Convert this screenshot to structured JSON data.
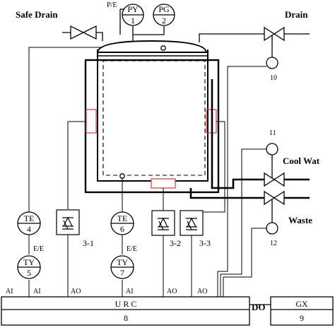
{
  "labels": {
    "safe_drain": "Safe Drain",
    "pe": "P/E",
    "drain": "Drain",
    "cool_water": "Cool Wat",
    "waste": "Waste",
    "ee_4": "E/E",
    "ee_6": "E/E",
    "do": "DO"
  },
  "instruments": {
    "py": {
      "tag": "PY",
      "num": "1"
    },
    "pg": {
      "tag": "PG",
      "num": "2"
    },
    "te4": {
      "tag": "TE",
      "num": "4"
    },
    "ty5": {
      "tag": "TY",
      "num": "5"
    },
    "te6": {
      "tag": "TE",
      "num": "6"
    },
    "ty7": {
      "tag": "TY",
      "num": "7"
    }
  },
  "valves_numbers": {
    "v10": "10",
    "v11": "11",
    "v12": "12"
  },
  "heaters": {
    "h31": "3-1",
    "h32": "3-2",
    "h33": "3-3"
  },
  "io": {
    "ai1": "AI",
    "ai2": "AI",
    "ao1": "AO",
    "ai3": "AI",
    "ao2": "AO",
    "ao3": "AO"
  },
  "urc": {
    "title": "U R C",
    "num": "8"
  },
  "gx": {
    "title": "GX",
    "num": "9"
  }
}
